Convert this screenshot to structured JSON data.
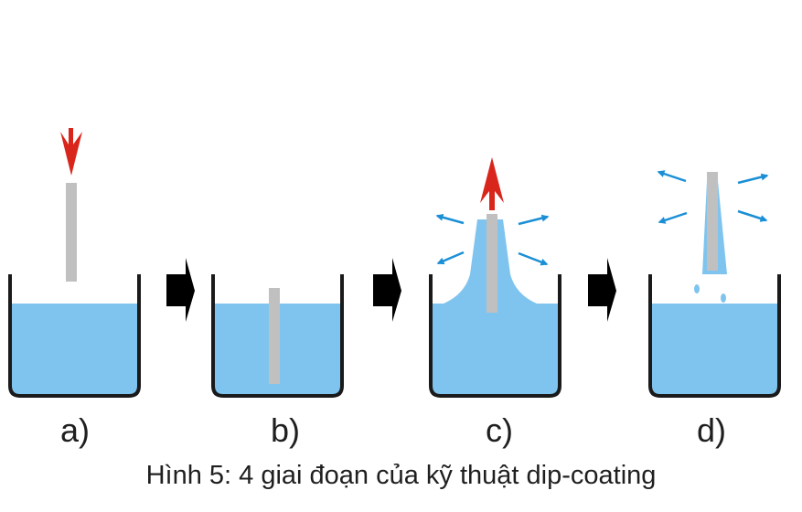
{
  "colors": {
    "liquid": "#7fc4ee",
    "beaker": "#1a1a1a",
    "substrate": "#c0c0c0",
    "motion_arrow": "#d9261c",
    "flow_arrow": "#1b8fd6",
    "step_arrow": "#000000"
  },
  "stages": [
    {
      "label": "a)"
    },
    {
      "label": "b)"
    },
    {
      "label": "c)"
    },
    {
      "label": "d)"
    }
  ],
  "caption": "Hình 5: 4 giai đoạn của kỹ thuật dip-coating"
}
